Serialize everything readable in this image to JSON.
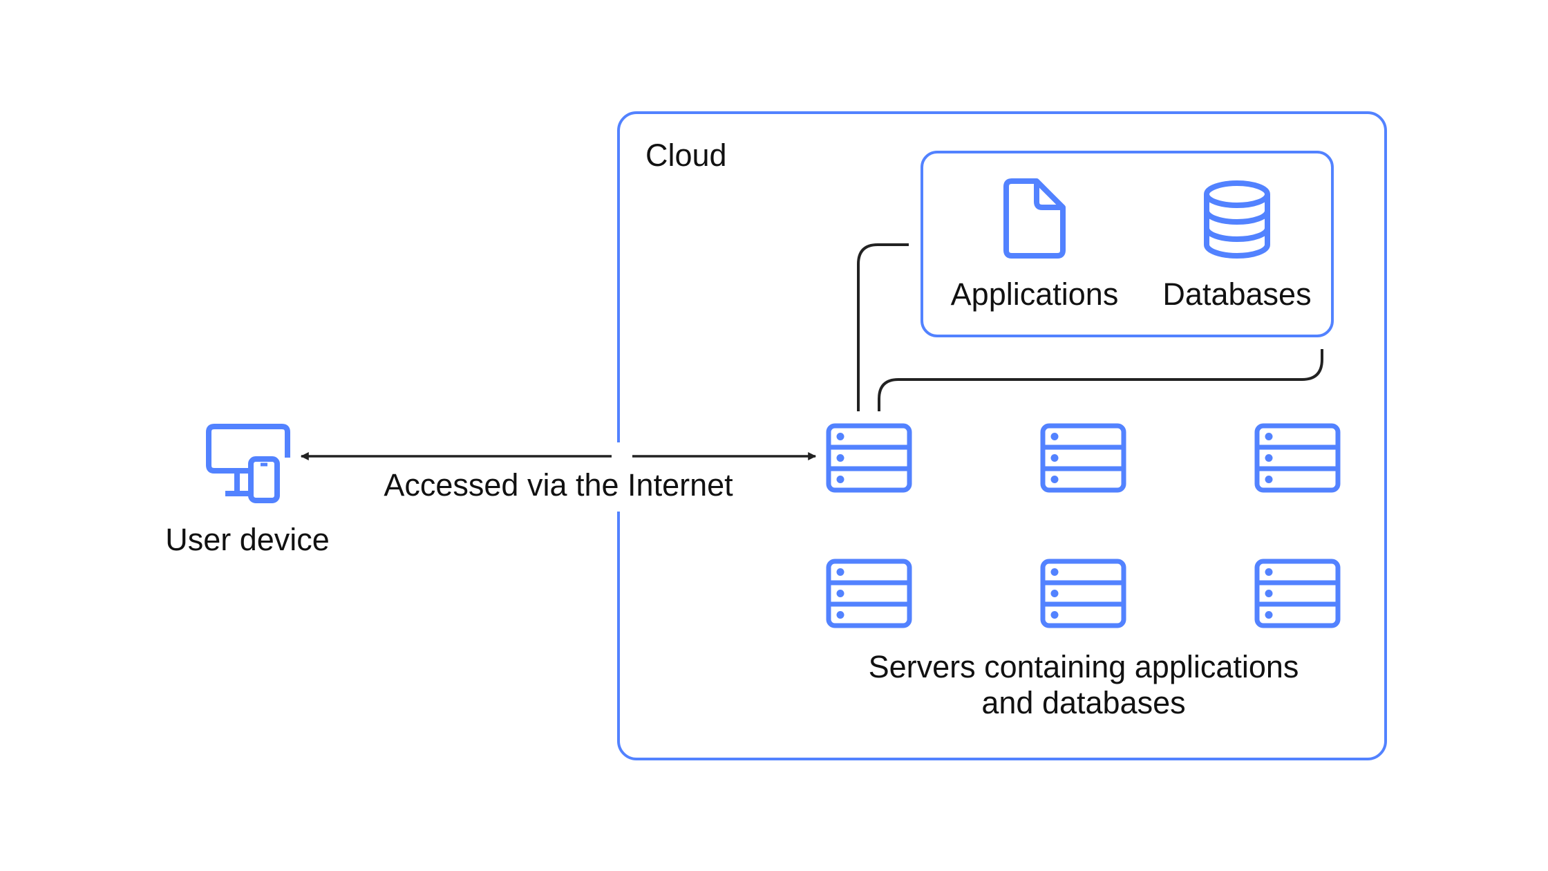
{
  "colors": {
    "accent": "#5282ff",
    "line": "#222222",
    "text": "#111111",
    "background": "#ffffff"
  },
  "cloud": {
    "label": "Cloud"
  },
  "stack": {
    "items": [
      {
        "label": "Applications",
        "icon": "file-icon"
      },
      {
        "label": "Databases",
        "icon": "database-icon"
      }
    ]
  },
  "user_device": {
    "label": "User device",
    "icon": "user-device-icon"
  },
  "connection": {
    "label": "Accessed via the Internet"
  },
  "servers": {
    "label_line1": "Servers containing applications",
    "label_line2": "and databases",
    "count": 6,
    "icon": "server-icon"
  }
}
